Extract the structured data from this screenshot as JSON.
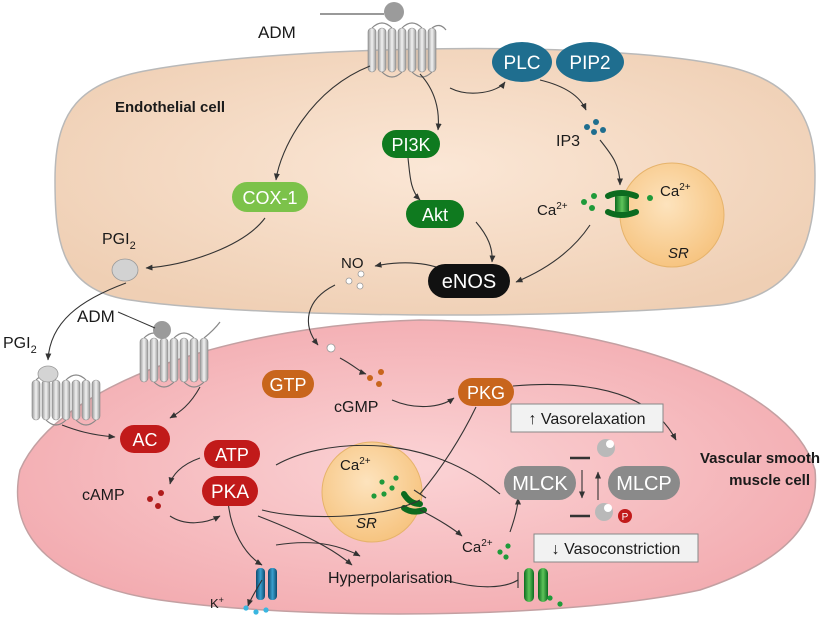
{
  "colors": {
    "endothelial_fill": "#f7dcc6",
    "smooth_muscle_fill": "#f6b8bd",
    "sr_fill": "#fbd29a",
    "blue": "#1f6e8f",
    "green_dark": "#0f7a1f",
    "green_light": "#7cc24a",
    "orange": "#c8651c",
    "red": "#c11a1a",
    "black": "#111111",
    "grey": "#8a8a8a"
  },
  "labels": {
    "adm_top": "ADM",
    "adm_bottom": "ADM",
    "endothelial_cell": "Endothelial cell",
    "ip3": "IP3",
    "ca_sr_top": "Ca",
    "ca_sr_top_sup": "2+",
    "ca_cyto_top": "Ca",
    "ca_cyto_top_sup": "2+",
    "sr_top": "SR",
    "pgi2_top": "PGI",
    "pgi2_top_sub": "2",
    "pgi2_left": "PGI",
    "pgi2_left_sub": "2",
    "no": "NO",
    "cgmp": "cGMP",
    "camp": "cAMP",
    "ca_sr_bottom": "Ca",
    "ca_sr_bottom_sup": "2+",
    "sr_bottom": "SR",
    "ca_cyto_bottom": "Ca",
    "ca_cyto_bottom_sup": "2+",
    "hyperpolarisation": "Hyperpolarisation",
    "k_plus": "K",
    "k_plus_sup": "+",
    "vsm_line1": "Vascular smooth",
    "vsm_line2": "muscle cell",
    "phospho": "P"
  },
  "nodes": {
    "plc": "PLC",
    "pip2": "PIP2",
    "pi3k": "PI3K",
    "akt": "Akt",
    "cox1": "COX-1",
    "enos": "eNOS",
    "gtp": "GTP",
    "pkg": "PKG",
    "ac": "AC",
    "atp": "ATP",
    "pka": "PKA",
    "mlck": "MLCK",
    "mlcp": "MLCP"
  },
  "boxes": {
    "vasorelaxation": "↑ Vasorelaxation",
    "vasoconstriction": "↓ Vasoconstriction"
  }
}
